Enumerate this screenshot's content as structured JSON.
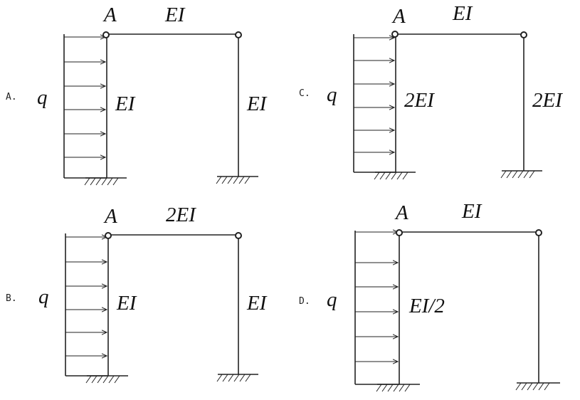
{
  "options": [
    {
      "key": "A",
      "label": "A.",
      "load": "q",
      "node": "A",
      "beam": "EI",
      "left_column": "EI",
      "right_column": "EI"
    },
    {
      "key": "B",
      "label": "B.",
      "load": "q",
      "node": "A",
      "beam": "2EI",
      "left_column": "EI",
      "right_column": "EI"
    },
    {
      "key": "C",
      "label": "C.",
      "load": "q",
      "node": "A",
      "beam": "EI",
      "left_column": "2EI",
      "right_column": "2EI"
    },
    {
      "key": "D",
      "label": "D.",
      "load": "q",
      "node": "A",
      "beam": "EI",
      "left_column": "EI/2",
      "right_column": ""
    }
  ]
}
